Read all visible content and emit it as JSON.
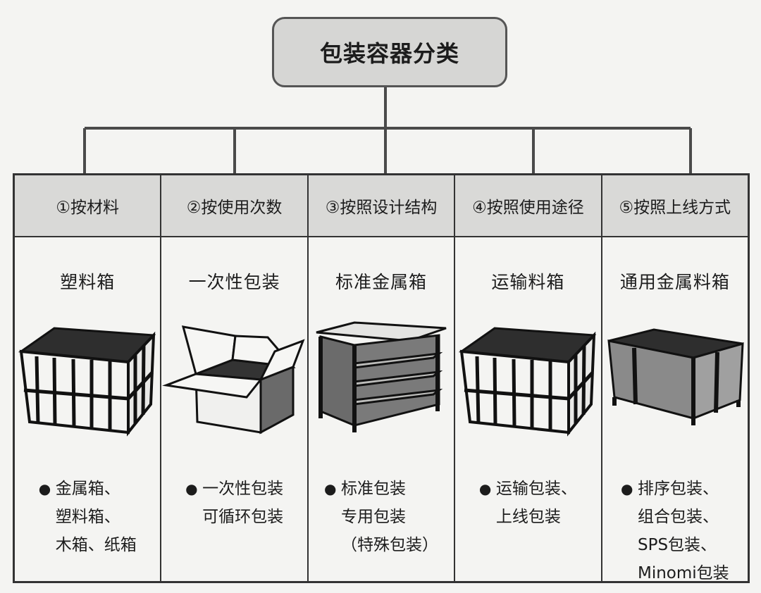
{
  "root": {
    "title": "包装容器分类"
  },
  "columns": [
    {
      "header": "①按材料",
      "title": "塑料箱",
      "image": "plastic-crate-icon",
      "bullet": "●",
      "lines": [
        "金属箱、",
        "塑料箱、",
        "木箱、纸箱"
      ]
    },
    {
      "header": "②按使用次数",
      "title": "一次性包装",
      "image": "cardboard-box-icon",
      "bullet": "●",
      "lines": [
        "一次性包装",
        "可循环包装"
      ]
    },
    {
      "header": "③按照设计结构",
      "title": "标准金属箱",
      "image": "metal-rack-icon",
      "bullet": "●",
      "lines": [
        "标准包装",
        "专用包装",
        "（特殊包装）"
      ]
    },
    {
      "header": "④按照使用途径",
      "title": "运输料箱",
      "image": "transport-crate-icon",
      "bullet": "●",
      "lines": [
        "运输包装、",
        "上线包装"
      ]
    },
    {
      "header": "⑤按照上线方式",
      "title": "通用金属料箱",
      "image": "metal-bin-icon",
      "bullet": "●",
      "lines": [
        "排序包装、",
        "组合包装、",
        "SPS包装、",
        "Minomi包装"
      ]
    }
  ]
}
